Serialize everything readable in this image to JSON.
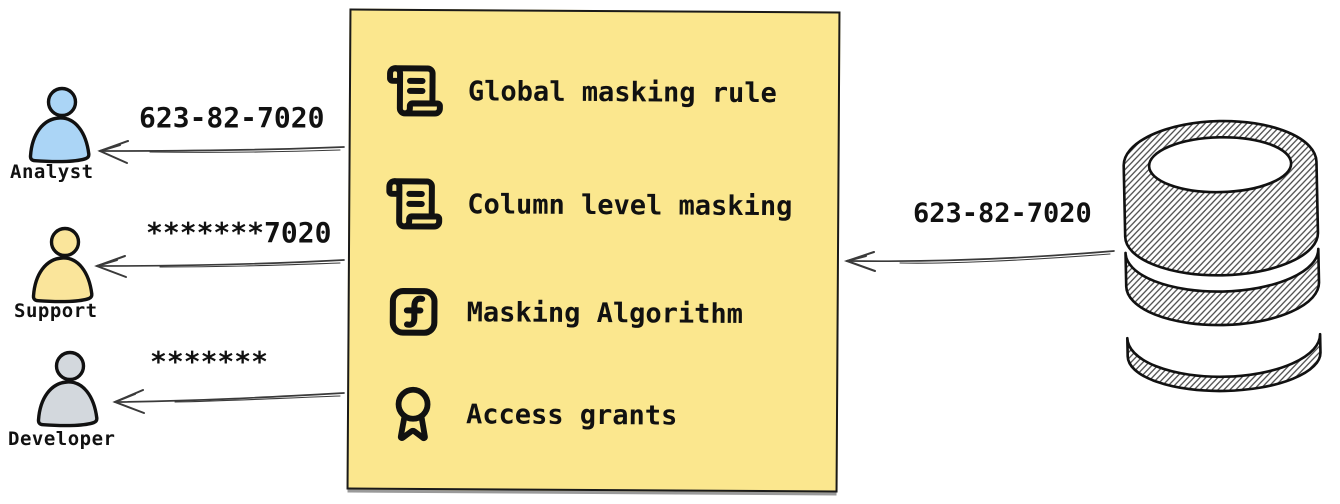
{
  "diagram_title": "data-masking-flow",
  "personas": [
    {
      "name": "Analyst",
      "received_value": "623-82-7020",
      "color": "#ABD5F6",
      "icon": "person-icon"
    },
    {
      "name": "Support",
      "received_value": "*******7020",
      "color": "#FAE59B",
      "icon": "person-icon"
    },
    {
      "name": "Developer",
      "received_value": "*******",
      "color": "#D3D8DD",
      "icon": "person-icon"
    }
  ],
  "masking_box": {
    "background_color": "#FBE78E",
    "items": [
      {
        "label": "Global masking rule",
        "icon": "scroll-text-icon"
      },
      {
        "label": "Column level masking",
        "icon": "scroll-text-icon"
      },
      {
        "label": "Masking Algorithm",
        "icon": "function-square-icon"
      },
      {
        "label": "Access grants",
        "icon": "award-icon"
      }
    ]
  },
  "database": {
    "icon": "database-icon",
    "outgoing_value": "623-82-7020"
  }
}
